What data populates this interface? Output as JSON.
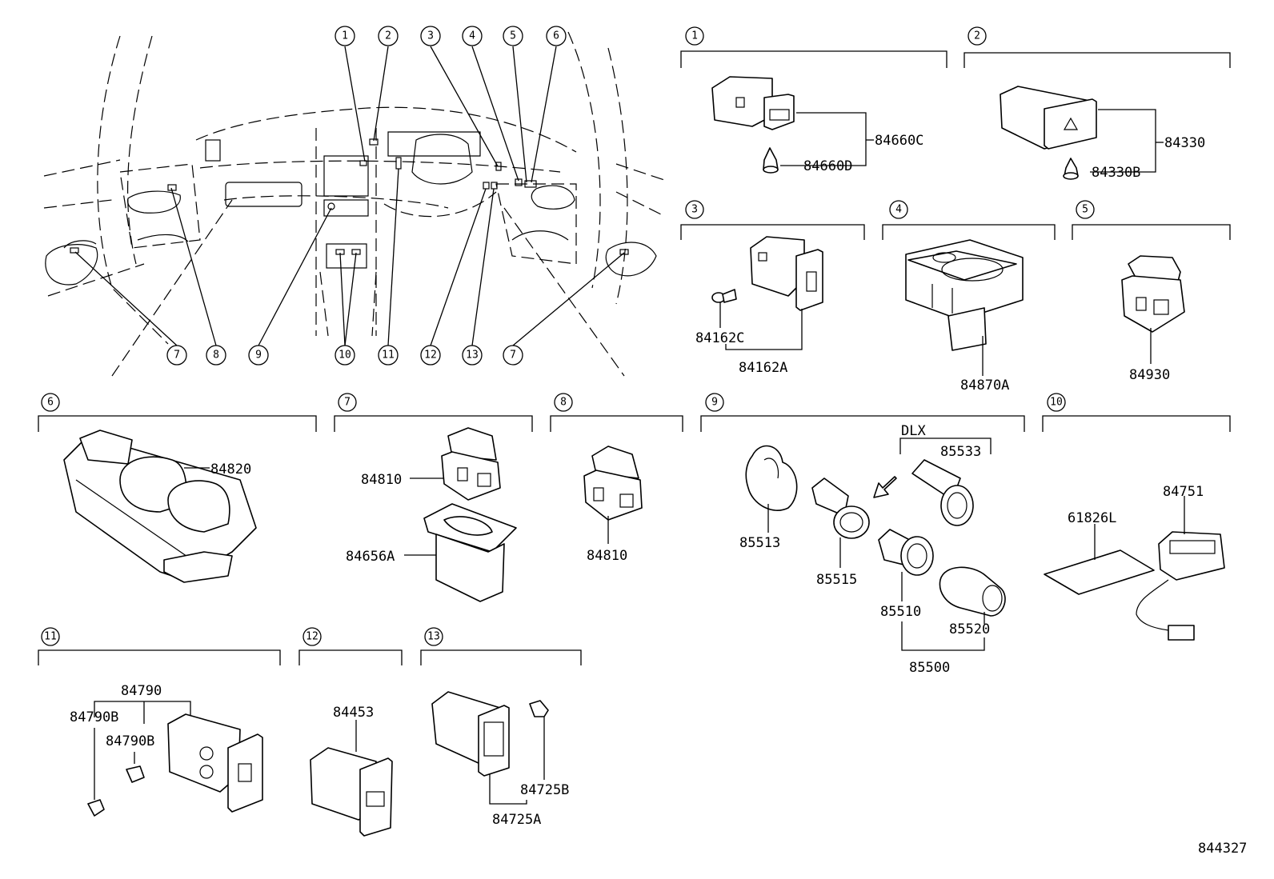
{
  "drawing_number": "844327",
  "overview_callouts": [
    "1",
    "2",
    "3",
    "4",
    "5",
    "6",
    "7",
    "8",
    "9",
    "10",
    "11",
    "12",
    "13",
    "7"
  ],
  "groups": {
    "g1": {
      "num": "1",
      "parts": [
        "84660C",
        "84660D"
      ]
    },
    "g2": {
      "num": "2",
      "parts": [
        "84330",
        "84330B"
      ]
    },
    "g3": {
      "num": "3",
      "parts": [
        "84162C",
        "84162A"
      ]
    },
    "g4": {
      "num": "4",
      "parts": [
        "84870A"
      ]
    },
    "g5": {
      "num": "5",
      "parts": [
        "84930"
      ]
    },
    "g6": {
      "num": "6",
      "parts": [
        "84820"
      ]
    },
    "g7": {
      "num": "7",
      "parts": [
        "84810",
        "84656A"
      ]
    },
    "g8": {
      "num": "8",
      "parts": [
        "84810"
      ]
    },
    "g9": {
      "num": "9",
      "variant": "DLX",
      "parts": [
        "85533",
        "85513",
        "85515",
        "85510",
        "85520",
        "85500"
      ]
    },
    "g10": {
      "num": "10",
      "parts": [
        "84751",
        "61826L"
      ]
    },
    "g11": {
      "num": "11",
      "parts": [
        "84790",
        "84790B",
        "84790B"
      ]
    },
    "g12": {
      "num": "12",
      "parts": [
        "84453"
      ]
    },
    "g13": {
      "num": "13",
      "parts": [
        "84725B",
        "84725A"
      ]
    }
  },
  "icons": {
    "hazard": "hazard-triangle-icon",
    "arrow": "install-direction-arrow-icon"
  }
}
